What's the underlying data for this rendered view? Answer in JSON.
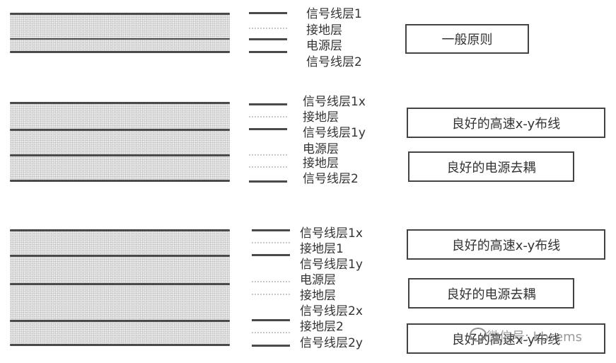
{
  "groups": [
    {
      "labels": [
        "信号线层1",
        "接地层",
        "电源层",
        "信号线层2"
      ],
      "boxes": [
        "一般原则"
      ]
    },
    {
      "labels": [
        "信号线层1x",
        "接地层",
        "信号线层1y",
        "电源层",
        "接地层",
        "信号线层2"
      ],
      "boxes": [
        "良好的高速x-y布线",
        "良好的电源去耦"
      ]
    },
    {
      "labels": [
        "信号线层1x",
        "接地层1",
        "信号线层1y",
        "电源层",
        "接地层",
        "信号线层2x",
        "接地层2",
        "信号线层2y"
      ],
      "boxes": [
        "良好的高速x-y布线",
        "良好的电源去耦",
        "良好的高速x-y布线"
      ]
    }
  ],
  "watermark": "微信号: kbsems",
  "icons": {
    "watermark": "wechat-icon"
  }
}
